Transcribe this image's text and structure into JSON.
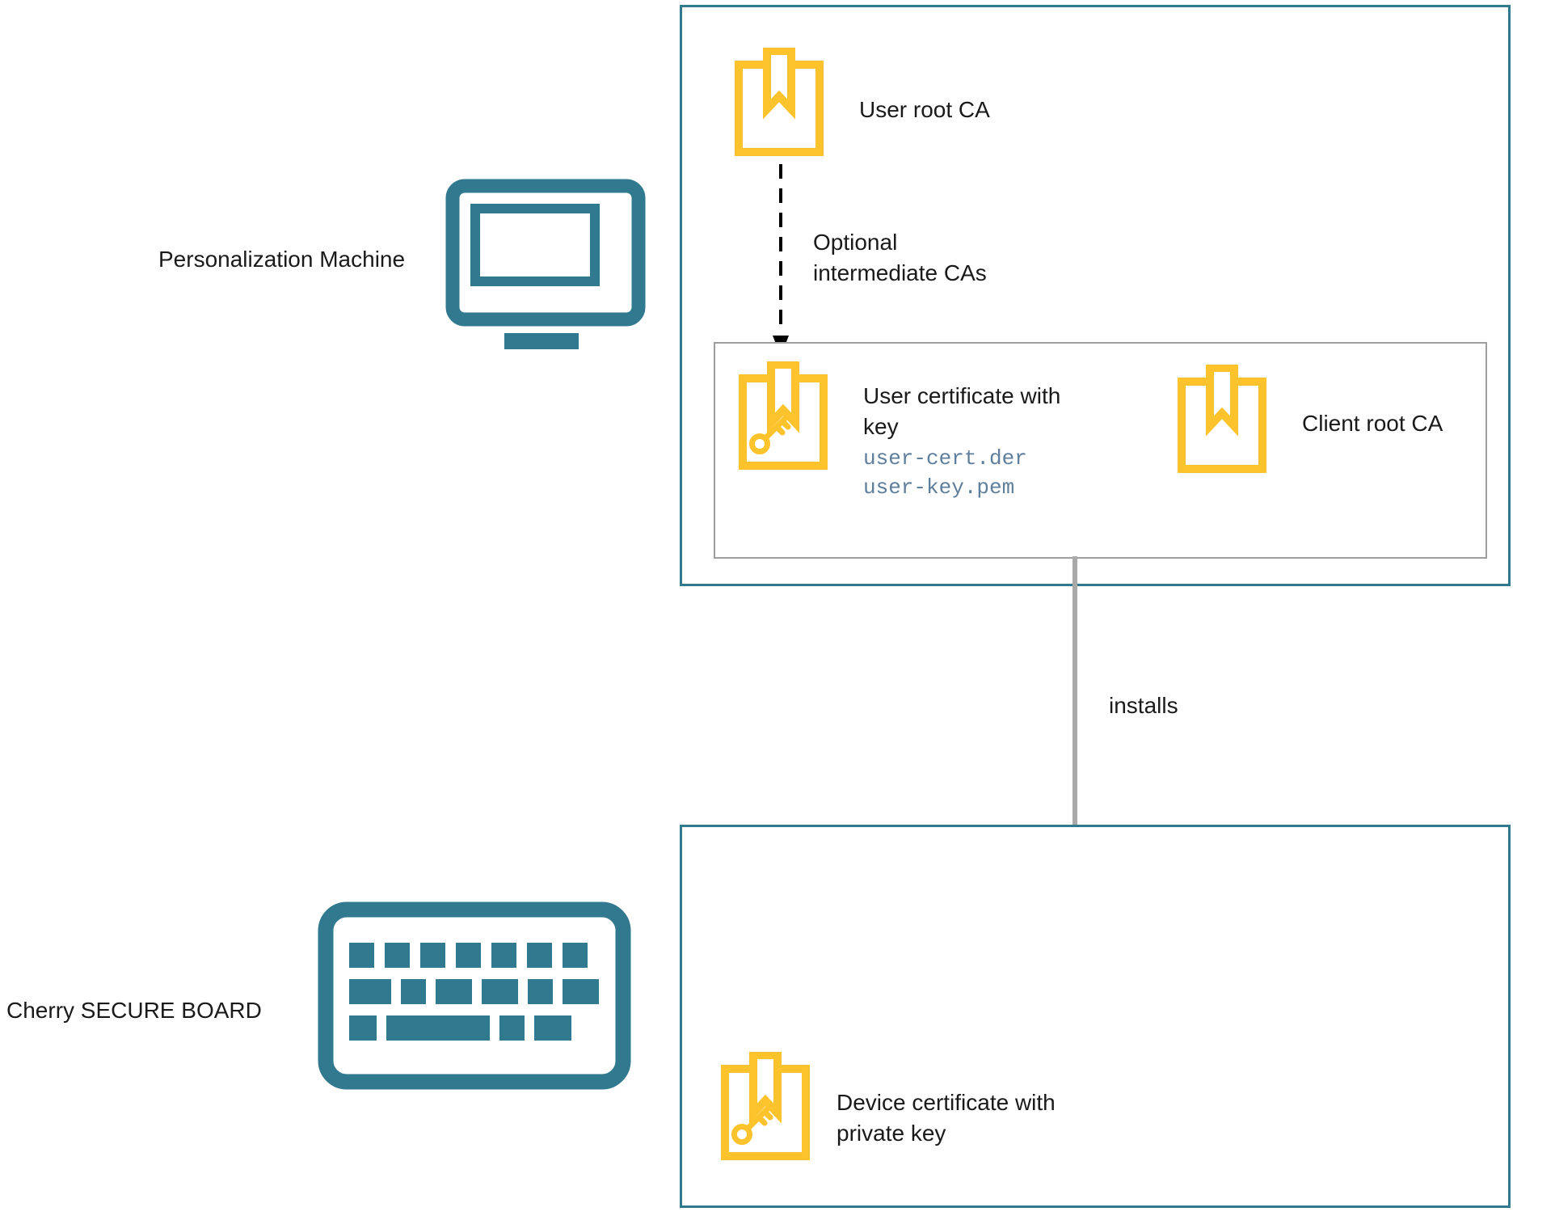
{
  "colors": {
    "teal": "#30798F",
    "yellow": "#FCC32D",
    "border_gray": "#9E9E9E",
    "arrow_gray": "#A9A9A9",
    "mono_blue": "#5E7E9B",
    "text": "#1A1A1A"
  },
  "left_labels": {
    "personalization_machine": "Personalization Machine",
    "cherry_secure_board": "Cherry SECURE BOARD"
  },
  "icons": {
    "monitor": "monitor-icon",
    "keyboard": "keyboard-icon",
    "certificate": "certificate-icon",
    "certificate_with_key": "certificate-with-key-icon"
  },
  "top_box": {
    "user_root_ca_label": "User root CA",
    "intermediate_note": "Optional\nintermediate CAs",
    "inner_box": {
      "user_cert_label": "User certificate with\nkey",
      "user_cert_file_1": "user-cert.der",
      "user_cert_file_2": "user-key.pem",
      "client_root_ca_label": "Client root CA"
    }
  },
  "installs_label": "installs",
  "bottom_box": {
    "device_cert_label": "Device certificate with\nprivate key"
  }
}
